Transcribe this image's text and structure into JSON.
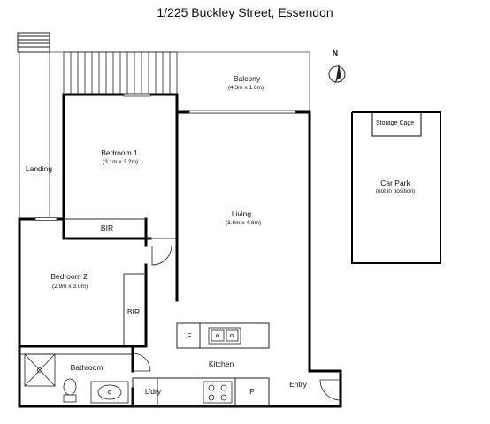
{
  "title": "1/225 Buckley Street, Essendon",
  "rooms": {
    "balcony": {
      "name": "Balcony",
      "dims": "(4.3m x 1.6m)"
    },
    "bedroom1": {
      "name": "Bedroom 1",
      "dims": "(3.1m x 3.2m)"
    },
    "bedroom2": {
      "name": "Bedroom 2",
      "dims": "(2.9m x 3.0m)"
    },
    "living": {
      "name": "Living",
      "dims": "(3.6m x 4.8m)"
    },
    "landing": {
      "name": "Landing"
    },
    "bir1": {
      "name": "BIR"
    },
    "bir2": {
      "name": "BIR"
    },
    "bathroom": {
      "name": "Bathroom"
    },
    "laundry": {
      "name": "L'dry"
    },
    "kitchen": {
      "name": "Kitchen"
    },
    "entry": {
      "name": "Entry"
    },
    "fridge": {
      "name": "F"
    },
    "pantry": {
      "name": "P"
    },
    "car_park": {
      "name": "Car Park",
      "note": "(not in position)"
    },
    "storage_cage": {
      "name": "Storage Cage"
    }
  },
  "compass": {
    "label": "N"
  }
}
